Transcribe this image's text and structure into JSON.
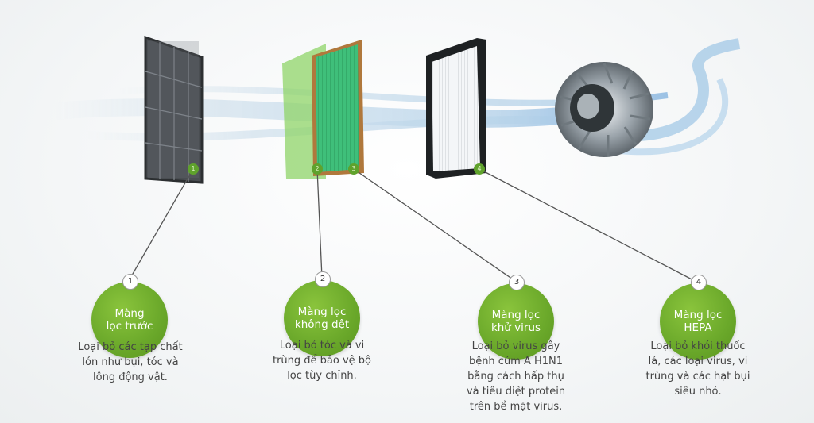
{
  "stages": [
    {
      "number": "1",
      "title": "Màng\nlọc trước",
      "description": "Loại bỏ các tạp chất\nlớn như bụi, tóc và\nlông động vật."
    },
    {
      "number": "2",
      "title": "Màng lọc\nkhông dệt",
      "description": "Loại bỏ tóc và vi\ntrùng để bảo vệ bộ\nlọc tùy chỉnh."
    },
    {
      "number": "3",
      "title": "Màng lọc\nkhử virus",
      "description": "Loại bỏ virus gây\nbệnh cúm A H1N1\nbằng cách hấp thụ\nvà tiêu diệt protein\ntrên bề mặt virus."
    },
    {
      "number": "4",
      "title": "Màng lọc\nHEPA",
      "description": "Loại bỏ khói thuốc\nlá, các loại virus, vi\ntrùng và các hạt bụi\nsiêu nhỏ."
    }
  ],
  "colors": {
    "accent": "#6aa82a",
    "line": "#555555",
    "text": "#444444"
  },
  "components": [
    {
      "id": "pre-filter",
      "icon": "mesh-filter-icon"
    },
    {
      "id": "nonwoven-filter",
      "icon": "green-sheet-filter-icon"
    },
    {
      "id": "antivirus-filter",
      "icon": "green-pleated-filter-icon"
    },
    {
      "id": "hepa-filter",
      "icon": "hepa-filter-icon"
    },
    {
      "id": "fan",
      "icon": "blower-fan-icon"
    }
  ]
}
